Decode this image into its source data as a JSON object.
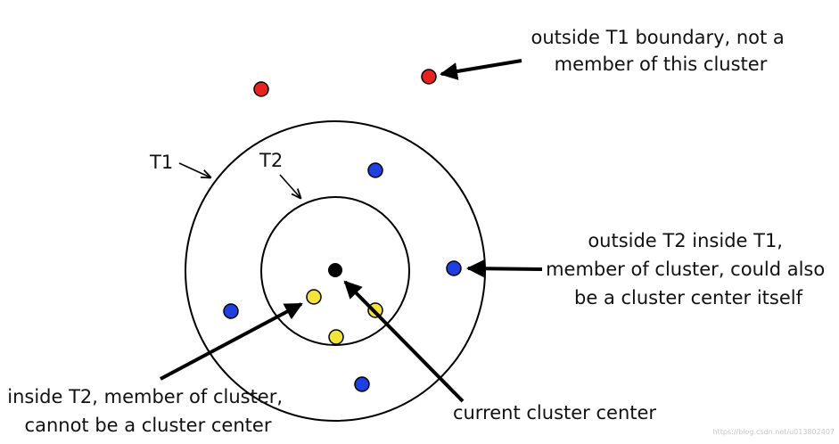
{
  "labels": {
    "t1": "T1",
    "t2": "T2",
    "outside_t1": [
      "outside T1 boundary, not a",
      "member of this cluster"
    ],
    "outside_t2_inside_t1": [
      "outside T2 inside T1,",
      "member of cluster, could also",
      "be a cluster center itself"
    ],
    "inside_t2": [
      "inside T2, member of cluster,",
      "cannot be a cluster center"
    ],
    "current_center": "current cluster center"
  },
  "watermark": "https://blog.csdn.net/u013802407",
  "colors": {
    "outside_t1_point": "#e8231f",
    "between_t1_t2_point": "#1f3fe0",
    "inside_t2_point": "#f4e43a",
    "center_point": "#000000",
    "stroke": "#000000"
  }
}
